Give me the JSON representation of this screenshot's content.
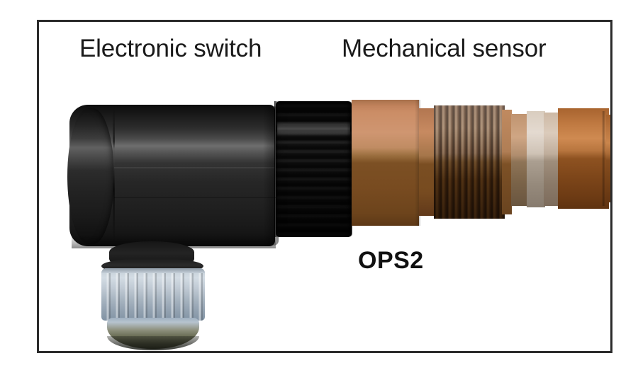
{
  "figure": {
    "labels": {
      "electronic_switch": "Electronic switch",
      "mechanical_sensor": "Mechanical sensor",
      "part_number": "OPS2"
    },
    "colors": {
      "frame_border": "#2b2b2b",
      "background": "#ffffff",
      "label_text": "#1a1a1a",
      "part_number_text": "#101010",
      "switch_black": "#1d1d1d",
      "knurled_nut_black": "#262626",
      "brass_light": "#cf9671",
      "brass_dark": "#7a4e22",
      "thread_band": "#cbb9a6",
      "beige_band": "#e4dad0",
      "copper_barrel": "#c07a42",
      "cable_gland_metal": "#c3cdd6",
      "cable_gland_nut": "#6d7058"
    },
    "components": [
      {
        "name": "electronic-switch-housing",
        "material": "black plastic"
      },
      {
        "name": "knurled-coupling-nut",
        "material": "black plastic"
      },
      {
        "name": "brass-hex-body",
        "material": "brass"
      },
      {
        "name": "threaded-section",
        "material": "brass"
      },
      {
        "name": "beige-band-section",
        "material": "brass"
      },
      {
        "name": "copper-barrel-tip",
        "material": "copper"
      },
      {
        "name": "cable-gland",
        "material": "metal"
      }
    ]
  }
}
